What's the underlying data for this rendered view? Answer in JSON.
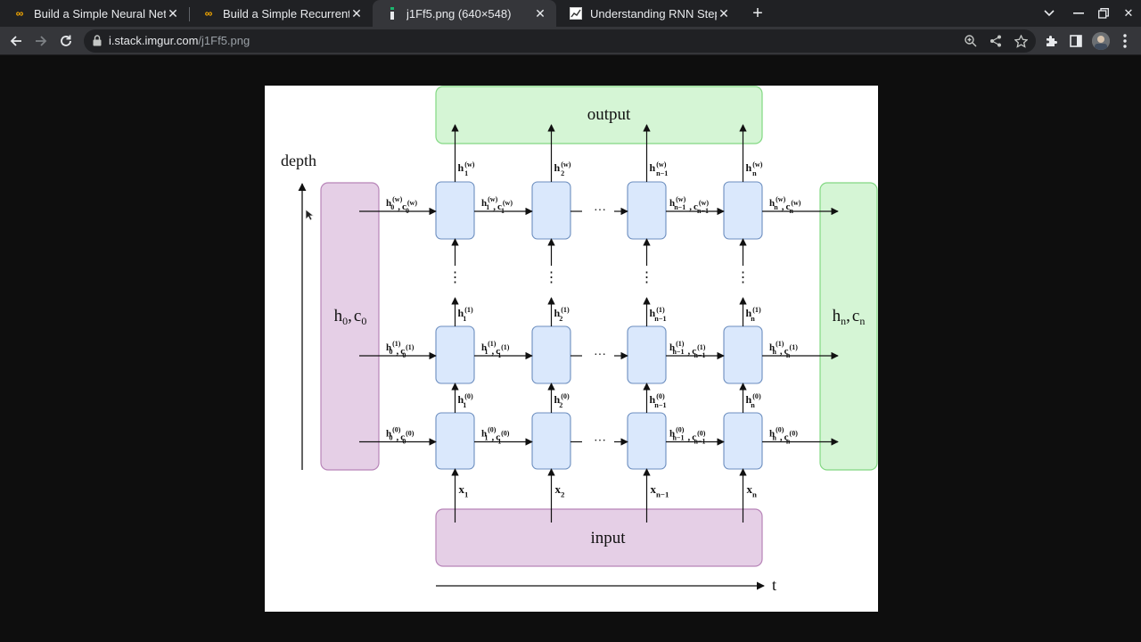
{
  "tabs": [
    {
      "title": "Build a Simple Neural Net",
      "icon": "colab-icon"
    },
    {
      "title": "Build a Simple Recurrent",
      "icon": "colab-icon"
    },
    {
      "title": "j1Ff5.png (640×548)",
      "icon": "imgur-icon",
      "active": true
    },
    {
      "title": "Understanding RNN Step",
      "icon": "chart-icon"
    }
  ],
  "address": {
    "host": "i.stack.imgur.com",
    "path": "/j1Ff5.png"
  },
  "diagram": {
    "output_label": "output",
    "input_label": "input",
    "depth_label": "depth",
    "time_label": "t",
    "init_state": {
      "base": "h",
      "sub": "0",
      "sep": ",",
      "base2": "c",
      "sub2": "0"
    },
    "final_state": {
      "base": "h",
      "sub": "n",
      "sep": ",",
      "base2": "c",
      "sub2": "n"
    },
    "columns": [
      "1",
      "2",
      "n−1",
      "n"
    ],
    "layers": [
      "(w)",
      "(1)",
      "(0)"
    ],
    "inputs": [
      {
        "base": "x",
        "sub": "1"
      },
      {
        "base": "x",
        "sub": "2"
      },
      {
        "base": "x",
        "sub": "n−1"
      },
      {
        "base": "x",
        "sub": "n"
      }
    ],
    "ellipsis_h": "···",
    "ellipsis_v": "⋮",
    "colors": {
      "cell_fill": "#dae8fc",
      "cell_stroke": "#6c8ebf",
      "green_fill": "#d5f5d5",
      "green_stroke": "#82d882",
      "purple_fill": "#e5cfe6",
      "purple_stroke": "#b784b8"
    }
  }
}
